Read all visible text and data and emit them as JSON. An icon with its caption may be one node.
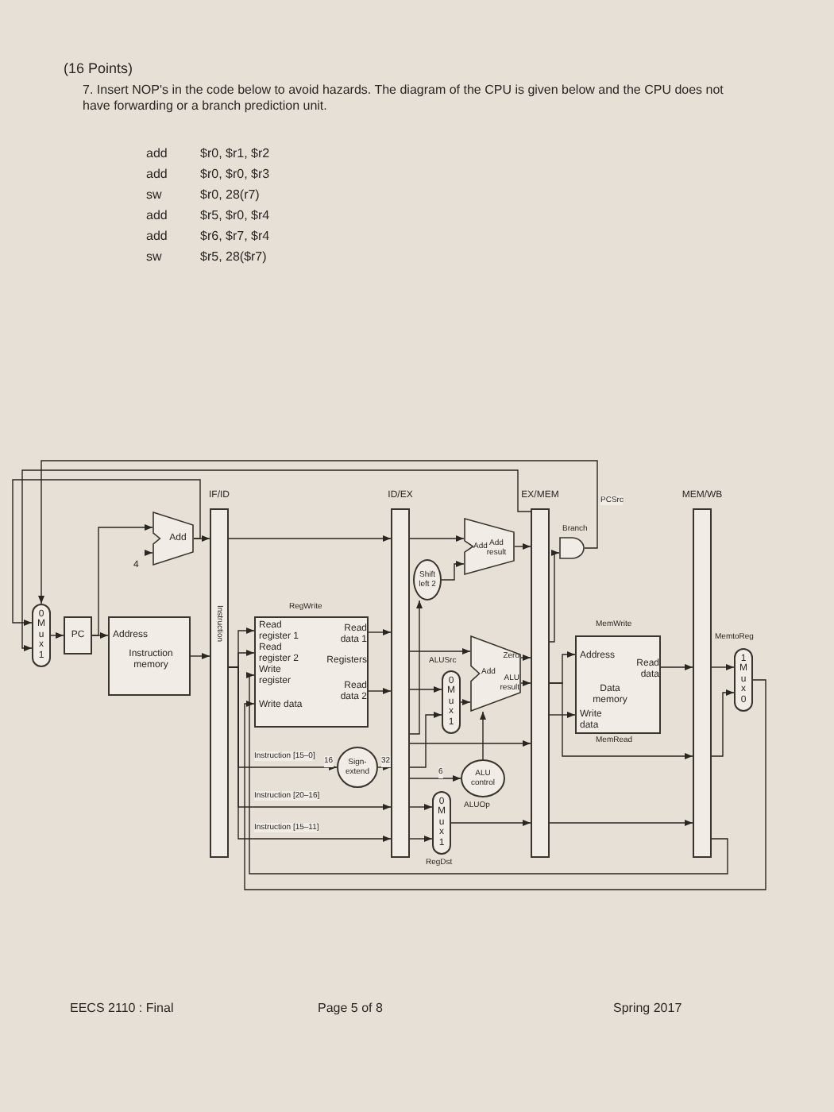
{
  "diagram": {
    "nodes": [
      {
        "text": [
          "0",
          "M u x",
          "1"
        ]
      },
      {
        "text": [
          "PC"
        ]
      },
      {
        "text": [
          "Add"
        ]
      },
      {
        "text": [
          "Address",
          "Instruction memory"
        ]
      },
      {
        "text": [
          "IF/ID",
          "Instruction"
        ]
      },
      {
        "text": [
          "Read register 1",
          "Read register 2",
          "Registers",
          "Write register",
          "Write data",
          "Read data 1",
          "Read data 2"
        ],
        "beside": [
          "RegWrite"
        ]
      },
      {
        "text": [
          "Sign-extend"
        ]
      },
      {
        "text": [
          "ID/EX"
        ]
      },
      {
        "text": [
          "Shift left 2"
        ]
      },
      {
        "text": [
          "Add",
          "Add result"
        ]
      },
      {
        "text": [
          "0",
          "M u x",
          "1"
        ],
        "beside": [
          "ALUSrc"
        ]
      },
      {
        "text": [
          "Add",
          "Zero",
          "ALU result"
        ]
      },
      {
        "text": [
          "ALU control"
        ],
        "beside": [
          "ALUOp"
        ]
      },
      {
        "text": [
          "0",
          "M u x",
          "1"
        ],
        "beside": [
          "RegDst"
        ]
      },
      {
        "text": [
          "EX/MEM"
        ]
      },
      {
        "text": [],
        "shape": "gate",
        "beside": [
          "Branch"
        ]
      },
      {
        "text": [
          "Address",
          "Data memory",
          "Write data",
          "Read data"
        ],
        "beside": [
          "MemWrite",
          "MemRead"
        ]
      },
      {
        "text": [
          "MEM/WB"
        ]
      },
      {
        "text": [
          "1",
          "M u x",
          "0"
        ],
        "beside": [
          "MemtoReg"
        ]
      },
      {
        "text": [
          "4"
        ]
      }
    ],
    "edges": [
      {
        "from": 0,
        "to": 1,
        "arrow": "to"
      },
      {
        "from": 1,
        "to": 3,
        "arrow": "to"
      },
      {
        "from": 1,
        "to": 2,
        "arrow": "to"
      },
      {
        "from": 2,
        "to": 4,
        "arrow": "to"
      },
      {
        "from": 2,
        "to": 0,
        "arrow": "to"
      },
      {
        "from": 3,
        "to": 4,
        "arrow": "to"
      },
      {
        "from": 4,
        "to": 7,
        "arrow": "to"
      },
      {
        "from": 4,
        "to": 5,
        "arrow": "to"
      },
      {
        "from": 4,
        "to": 5,
        "arrow": "to"
      },
      {
        "from": 4,
        "to": 6,
        "arrow": "to",
        "label": "Instruction [15–0]"
      },
      {
        "from": 4,
        "to": 7,
        "arrow": "to",
        "label": "Instruction [20–16]"
      },
      {
        "from": 4,
        "to": 7,
        "arrow": "to",
        "label": "Instruction [15–11]"
      },
      {
        "from": 5,
        "to": 7,
        "arrow": "to"
      },
      {
        "from": 5,
        "to": 7,
        "arrow": "to"
      },
      {
        "from": 6,
        "to": 7,
        "arrow": "to"
      },
      {
        "from": 7,
        "to": 9,
        "arrow": "to"
      },
      {
        "from": 7,
        "to": 8,
        "arrow": "to"
      },
      {
        "from": 8,
        "to": 9,
        "arrow": "to"
      },
      {
        "from": 9,
        "to": 14,
        "arrow": "to"
      },
      {
        "from": 7,
        "to": 11,
        "arrow": "to"
      },
      {
        "from": 7,
        "to": 10,
        "arrow": "to"
      },
      {
        "from": 7,
        "to": 10,
        "arrow": "to"
      },
      {
        "from": 10,
        "to": 11,
        "arrow": "to"
      },
      {
        "from": 7,
        "to": 12,
        "arrow": "to"
      },
      {
        "from": 12,
        "to": 11,
        "arrow": "to"
      },
      {
        "from": 7,
        "to": 14,
        "arrow": "to"
      },
      {
        "from": 7,
        "to": 13,
        "arrow": "to"
      },
      {
        "from": 7,
        "to": 13,
        "arrow": "to"
      },
      {
        "from": 13,
        "to": 14,
        "arrow": "to"
      },
      {
        "from": 11,
        "to": 14,
        "arrow": "to"
      },
      {
        "from": 11,
        "to": 14,
        "arrow": "to"
      },
      {
        "from": 14,
        "to": 15,
        "arrow": "to"
      },
      {
        "from": 15,
        "to": 0,
        "arrow": "to",
        "label": "PCSrc"
      },
      {
        "from": 14,
        "to": 0,
        "arrow": "to"
      },
      {
        "from": 14,
        "to": 16,
        "arrow": "to"
      },
      {
        "from": 14,
        "to": 16,
        "arrow": "to"
      },
      {
        "from": 14,
        "to": 17,
        "arrow": "to"
      },
      {
        "from": 16,
        "to": 17,
        "arrow": "to"
      },
      {
        "from": 14,
        "to": 17,
        "arrow": "to"
      },
      {
        "from": 17,
        "to": 18,
        "arrow": "to"
      },
      {
        "from": 17,
        "to": 18,
        "arrow": "to"
      },
      {
        "from": 18,
        "to": 5,
        "arrow": "to"
      },
      {
        "from": 17,
        "to": 5,
        "arrow": "to"
      },
      {
        "from": 19,
        "to": 2,
        "arrow": "to"
      }
    ],
    "labels": [
      "(16 Points)",
      "7. Insert NOP's in the code below to avoid hazards. The diagram of the CPU is given below and the CPU does not have forwarding or a branch prediction unit.",
      "add",
      "$r0, $r1, $r2",
      "add",
      "$r0, $r0, $r3",
      "sw",
      "$r0, 28(r7)",
      "add",
      "$r5, $r0, $r4",
      "add",
      "$r6, $r7, $r4",
      "sw",
      "$r5, 28($r7)",
      "16",
      "32",
      "6",
      "EECS 2110 : Final",
      "Page 5 of 8",
      "Spring 2017"
    ]
  }
}
